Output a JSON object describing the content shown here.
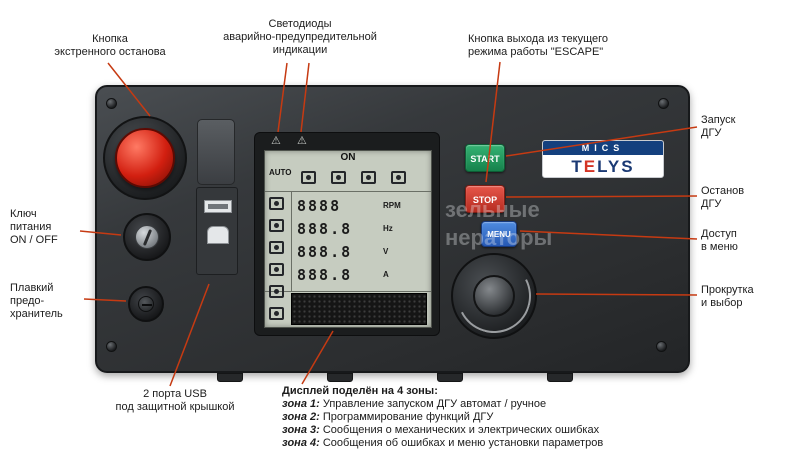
{
  "callouts": {
    "emergency_stop": "Кнопка\nэкстренного останова",
    "leds": "Светодиоды\nаварийно-предупредительной\nиндикации",
    "escape": "Кнопка выхода из текущего\nрежима работы \"ESCAPE\"",
    "start": "Запуск\nДГУ",
    "stop": "Останов\nДГУ",
    "menu": "Доступ\nв меню",
    "scroll": "Прокрутка\nи выбор",
    "key_switch": "Ключ\nпитания\nON / OFF",
    "fuse": "Плавкий\nпредо-\nхранитель",
    "usb": "2 порта USB\nпод защитной крышкой"
  },
  "zones_note": {
    "title": "Дисплей поделён на 4 зоны:",
    "items": [
      {
        "label": "зона 1:",
        "text": "Управление запуском ДГУ автомат / ручное"
      },
      {
        "label": "зона 2:",
        "text": "Программирование функций ДГУ"
      },
      {
        "label": "зона 3:",
        "text": "Сообщения о механических и электрических ошибках"
      },
      {
        "label": "зона 4:",
        "text": "Сообщения об ошибках и меню установки параметров"
      }
    ]
  },
  "panel": {
    "brand": {
      "mics": "MICS",
      "telys_t": "T",
      "telys_e": "E",
      "telys_rest": "LYS"
    },
    "buttons": {
      "start": "START",
      "stop": "STOP",
      "menu": "MENU"
    },
    "display": {
      "power_status": "ON",
      "mode": "AUTO",
      "led_warning_symbol": "⚠",
      "readings": [
        {
          "value": "8888",
          "unit": "RPM"
        },
        {
          "value": "888.8",
          "unit": "Hz"
        },
        {
          "value": "888.8",
          "unit": "V"
        },
        {
          "value": "888.8",
          "unit": "A"
        }
      ],
      "icons": {
        "top_row": [
          "engine-icon",
          "control-icon",
          "alternator-icon",
          "mains-icon"
        ],
        "left_column": [
          "fuel-icon",
          "battery-icon",
          "oil-pressure-icon",
          "temperature-icon",
          "coolant-icon",
          "power-icon"
        ]
      }
    }
  },
  "watermark": {
    "line1": "зельные",
    "line2": "нераторы"
  },
  "colors": {
    "callout_line": "#c63a12",
    "start_button": "#1f9d5f",
    "stop_button": "#d23b2f",
    "menu_button": "#2f6fd0",
    "emergency_button": "#d21f10",
    "logo_blue": "#14407e",
    "logo_red": "#d43425",
    "panel_body": "#33363a",
    "lcd_background": "#c6ccc0"
  }
}
